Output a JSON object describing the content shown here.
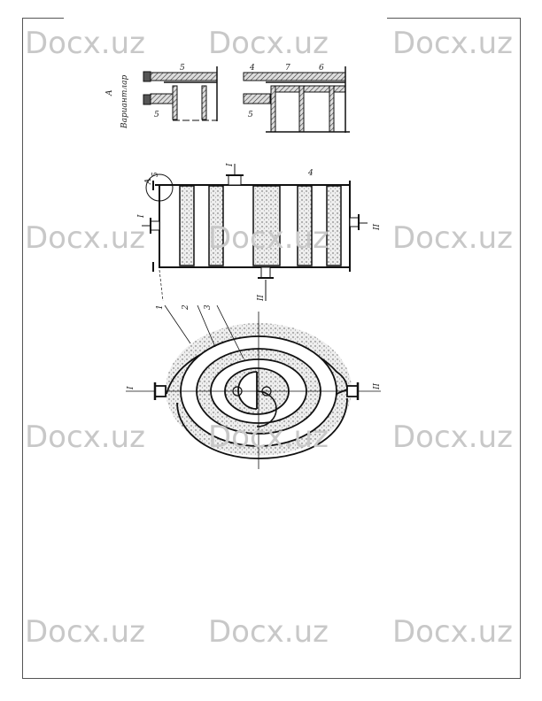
{
  "watermark": "Docx.uz",
  "figure": {
    "detail_title": "A",
    "detail_caption": "Вариантлар",
    "labels": {
      "flow_in_1": "I",
      "flow_out_1": "I",
      "flow_in_2": "II",
      "flow_out_2": "II",
      "n1": "1",
      "n2": "2",
      "n3": "3",
      "n4": "4",
      "n5": "5",
      "n6": "6",
      "n7": "7",
      "detail_ref": "A"
    }
  }
}
